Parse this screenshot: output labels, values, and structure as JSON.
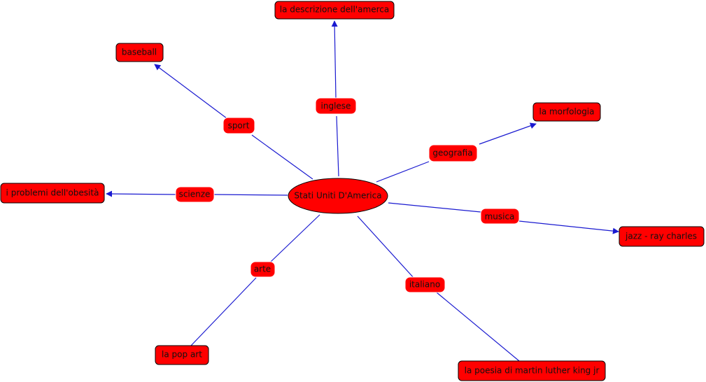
{
  "colors": {
    "node_fill": "#ff0000",
    "node_border": "#000000",
    "edge": "#1a1ad0",
    "text": "#111111"
  },
  "center": {
    "label": "Stati Uniti D'America"
  },
  "branches": [
    {
      "id": "inglese",
      "link_label": "inglese",
      "target_label": "la descrizione dell'amerca",
      "arrow": true
    },
    {
      "id": "sport",
      "link_label": "sport",
      "target_label": "baseball",
      "arrow": true
    },
    {
      "id": "geografia",
      "link_label": "geografia",
      "target_label": "la morfologia",
      "arrow": true
    },
    {
      "id": "scienze",
      "link_label": "scienze",
      "target_label": "i problemi dell'obesità",
      "arrow": true
    },
    {
      "id": "musica",
      "link_label": "musica",
      "target_label": "jazz - ray charles",
      "arrow": true
    },
    {
      "id": "arte",
      "link_label": "arte",
      "target_label": "la pop art",
      "arrow": false
    },
    {
      "id": "italiano",
      "link_label": "italiano",
      "target_label": "la poesia di martin luther king jr",
      "arrow": false
    }
  ]
}
